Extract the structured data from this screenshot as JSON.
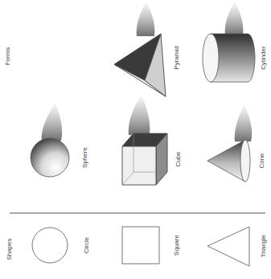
{
  "diagram": {
    "labels": [
      "Forms",
      "Pyramid",
      "Cylinder",
      "Sphere",
      "Cube",
      "Cone",
      "Shapes",
      "Circle",
      "Square",
      "Triangle"
    ]
  }
}
